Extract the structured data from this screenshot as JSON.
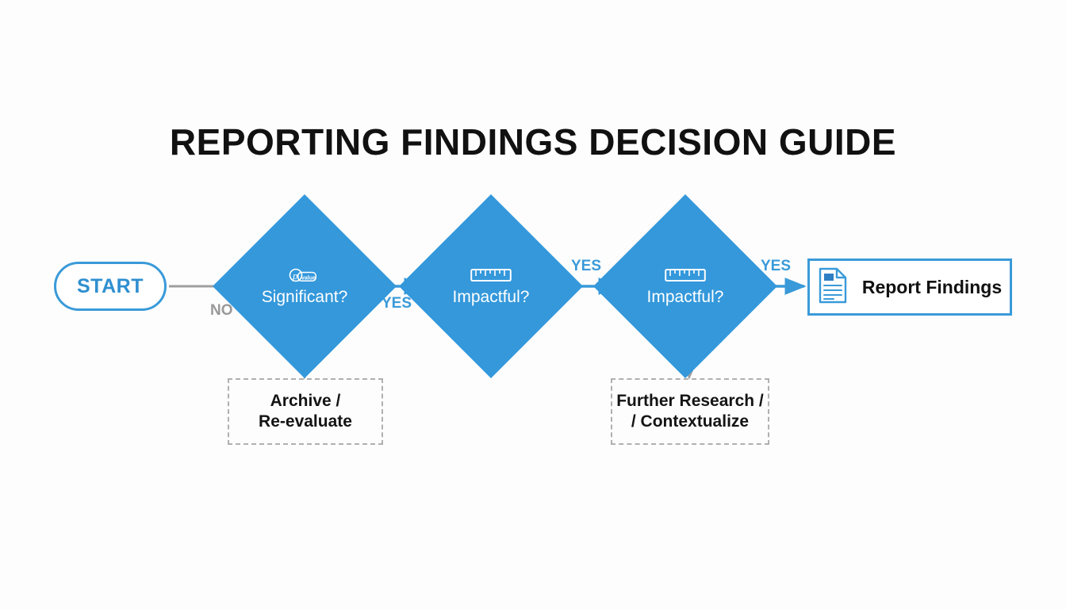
{
  "title": "REPORTING FINDINGS DECISION GUIDE",
  "colors": {
    "accent_blue": "#3498db",
    "outline_blue": "#3a9ad9",
    "start_text_blue": "#2f8fd0",
    "gray_connector": "#9e9e9e",
    "dashed_border": "#b0b0b0",
    "text_black": "#111111",
    "background": "#fdfdfd"
  },
  "nodes": {
    "start": {
      "label": "START",
      "shape": "rounded-pill"
    },
    "decision_significant": {
      "label": "Significant?",
      "icon": "p-value-icon",
      "shape": "diamond"
    },
    "decision_impactful_1": {
      "label": "Impactful?",
      "icon": "ruler-icon",
      "shape": "diamond"
    },
    "decision_impactful_2": {
      "label": "Impactful?",
      "icon": "ruler-icon",
      "shape": "diamond"
    },
    "report_findings": {
      "label": "Report Findings",
      "icon": "document-icon",
      "shape": "rectangle"
    },
    "archive": {
      "line1": "Archive /",
      "line2": "Re-evaluate",
      "shape": "dashed-rectangle"
    },
    "further_research": {
      "line1": "Further Research /",
      "line2": "/ Contextualize",
      "shape": "dashed-rectangle"
    }
  },
  "edges": {
    "start_to_significant": "NO",
    "significant_to_impactful1": "YES",
    "impactful1_to_impactful2": "YES",
    "impactful2_to_report": "YES"
  }
}
